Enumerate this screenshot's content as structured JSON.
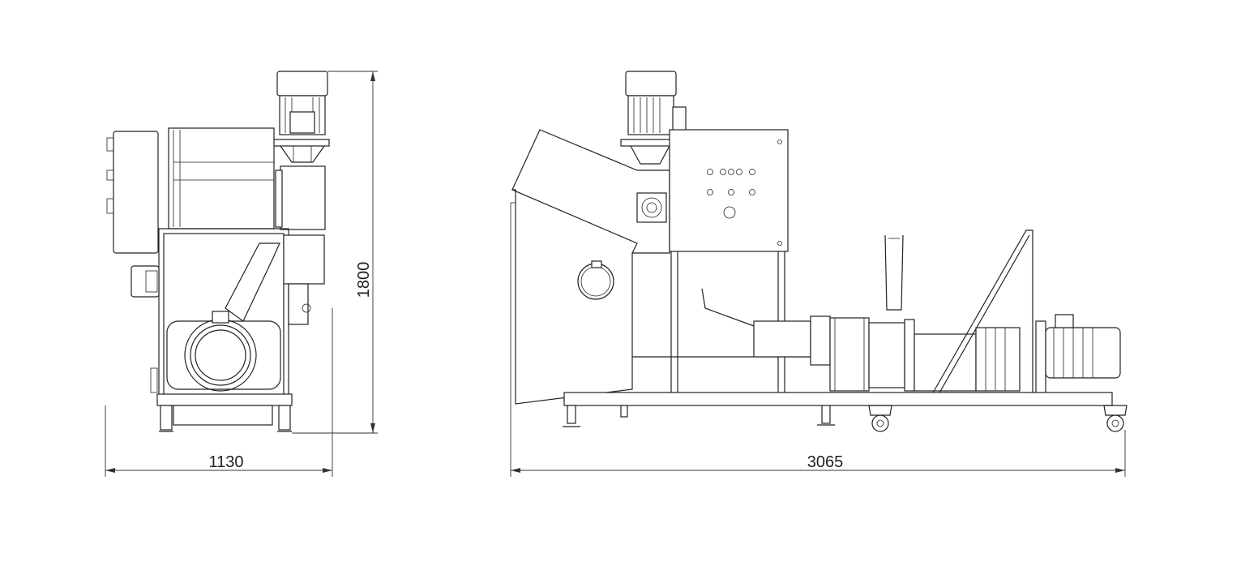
{
  "dimensions": {
    "side_width": "1130",
    "side_height": "1800",
    "front_length": "3065"
  },
  "colors": {
    "line": "#222222",
    "background": "#ffffff"
  }
}
